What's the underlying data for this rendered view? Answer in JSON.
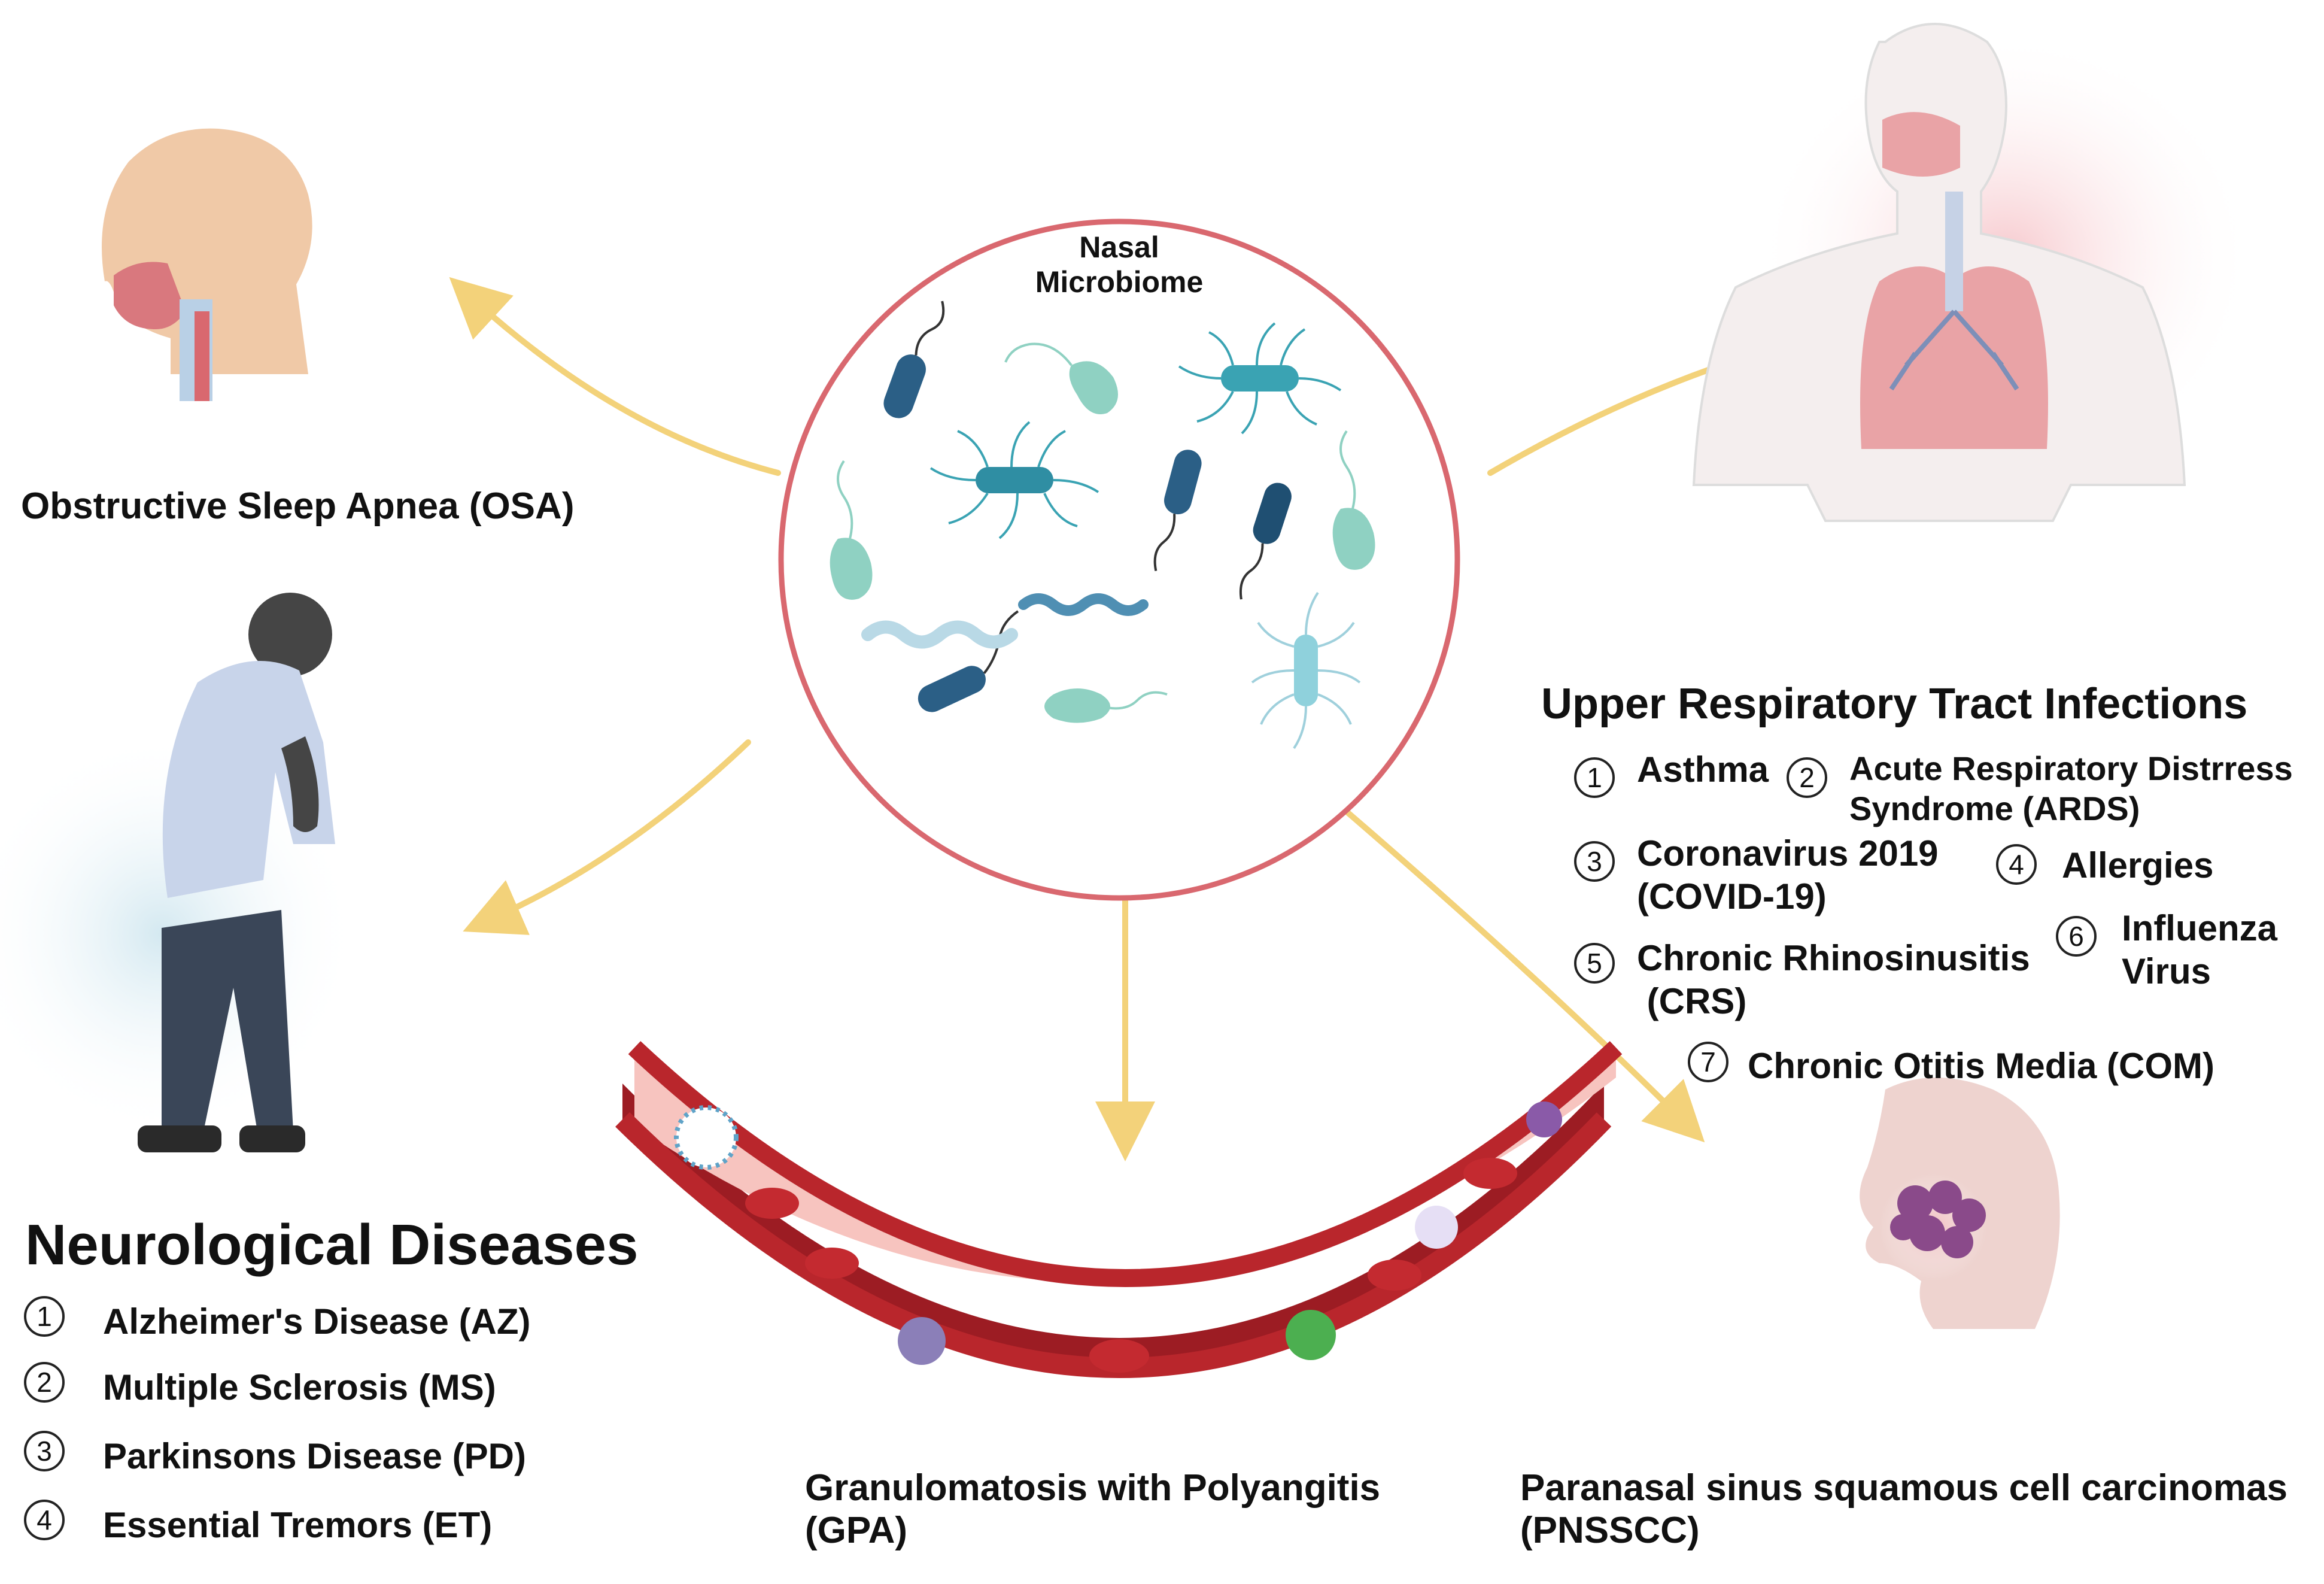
{
  "center": {
    "title": "Nasal\nMicrobiome"
  },
  "osa": {
    "label": "Obstructive Sleep Apnea (OSA)"
  },
  "neuro": {
    "title": "Neurological Diseases",
    "items": [
      {
        "num": "1",
        "label": "Alzheimer's Disease (AZ)"
      },
      {
        "num": "2",
        "label": "Multiple Sclerosis (MS)"
      },
      {
        "num": "3",
        "label": "Parkinsons Disease (PD)"
      },
      {
        "num": "4",
        "label": "Essential Tremors (ET)"
      }
    ]
  },
  "uri": {
    "title": "Upper Respiratory Tract Infections",
    "items": [
      {
        "num": "1",
        "label": "Asthma"
      },
      {
        "num": "2",
        "label": "Acute Respiratory Distrress\nSyndrome (ARDS)"
      },
      {
        "num": "3",
        "label": "Coronavirus 2019\n(COVID-19)"
      },
      {
        "num": "4",
        "label": "Allergies"
      },
      {
        "num": "5",
        "label": "Chronic Rhinosinusitis\n (CRS)"
      },
      {
        "num": "6",
        "label": "Influenza\nVirus"
      },
      {
        "num": "7",
        "label": "Chronic Otitis Media (COM)"
      }
    ]
  },
  "gpa": {
    "label": "Granulomatosis with Polyangitis\n(GPA)"
  },
  "pns": {
    "label": "Paranasal sinus squamous cell carcinomas\n(PNSSCC)"
  },
  "colors": {
    "arrow": "#f3d27a",
    "circle": "#d9686f",
    "vessel": "#b9262c",
    "vessel_inner": "#f7c4bf",
    "bacteria_dark": "#2b5f86",
    "bacteria_teal": "#3aa3b3",
    "bacteria_light": "#8fd1c2",
    "skin": "#f0c9a7",
    "lung": "#e9a3a6"
  }
}
